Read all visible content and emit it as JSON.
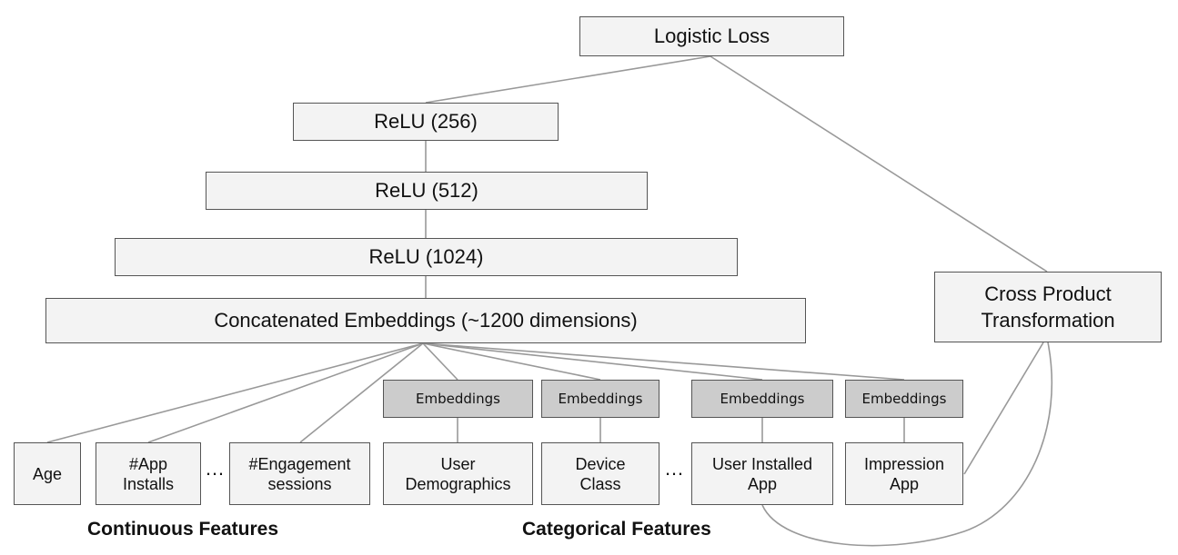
{
  "layers": {
    "logistic_loss": "Logistic Loss",
    "relu_256": "ReLU (256)",
    "relu_512": "ReLU (512)",
    "relu_1024": "ReLU (1024)",
    "concat": "Concatenated Embeddings (~1200 dimensions)",
    "cross_product": "Cross Product Transformation"
  },
  "continuous_features": {
    "age": "Age",
    "app_installs": "#App Installs",
    "engagement_sessions": "#Engagement sessions"
  },
  "categorical_features": {
    "user_demographics": "User Demographics",
    "device_class": "Device Class",
    "user_installed_app": "User Installed App",
    "impression_app": "Impression App"
  },
  "embeddings_label": "Embeddings",
  "ellipsis": "…",
  "group_labels": {
    "continuous": "Continuous Features",
    "categorical": "Categorical Features"
  }
}
